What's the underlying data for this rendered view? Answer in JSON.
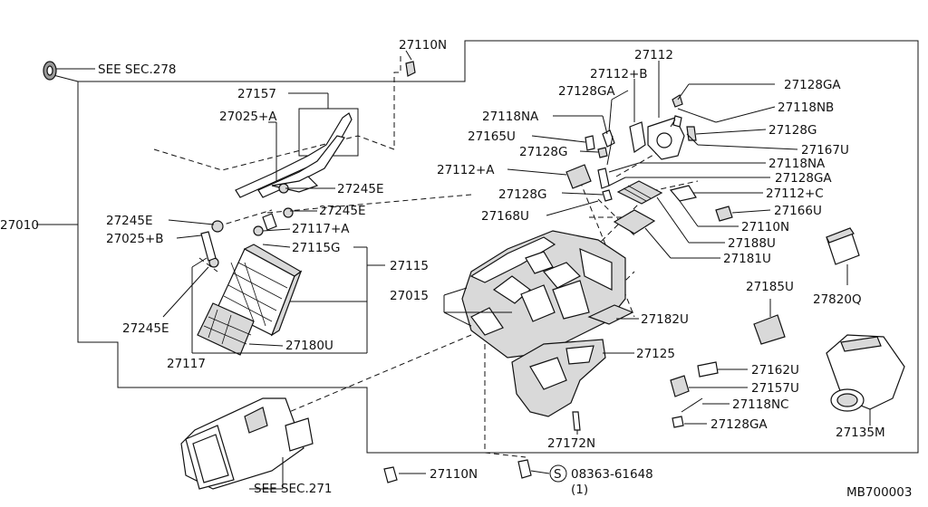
{
  "colors": {
    "line": "#111111",
    "background": "#ffffff",
    "part_fill": "#d9d9d9"
  },
  "labels": {
    "see_278": "SEE SEC.278",
    "p27110N_top": "27110N",
    "p27157": "27157",
    "p27025A": "27025+A",
    "p27245E_1": "27245E",
    "p27245E_2": "27245E",
    "p27245E_3": "27245E",
    "p27245E_4": "27245E",
    "p27010": "27010",
    "p27025B": "27025+B",
    "p27117A": "27117+A",
    "p27115G": "27115G",
    "p27115": "27115",
    "p27015": "27015",
    "p27180U": "27180U",
    "p27117": "27117",
    "see_271": "SEE SEC.271",
    "p27110N_bot": "27110N",
    "screw_num": "08363-61648",
    "screw_qty": "(1)",
    "screw_s": "S",
    "p27172N": "27172N",
    "p27125": "27125",
    "p27182U": "27182U",
    "p27112": "27112",
    "p27112B": "27112+B",
    "p27128GA_1": "27128GA",
    "p27128GA_2": "27128GA",
    "p27128GA_3": "27128GA",
    "p27128GA_4": "27128GA",
    "p27118NA_1": "27118NA",
    "p27118NA_2": "27118NA",
    "p27165U": "27165U",
    "p27128G_1": "27128G",
    "p27128G_2": "27128G",
    "p27128G_3": "27128G",
    "p27112A": "27112+A",
    "p27168U": "27168U",
    "p27118NB": "27118NB",
    "p27167U": "27167U",
    "p27112C": "27112+C",
    "p27166U": "27166U",
    "p27110N_mid": "27110N",
    "p27188U": "27188U",
    "p27181U": "27181U",
    "p27185U": "27185U",
    "p27820Q": "27820Q",
    "p27162U": "27162U",
    "p27157U": "27157U",
    "p27118NC": "27118NC",
    "p27135M": "27135M",
    "code": "MB700003"
  }
}
